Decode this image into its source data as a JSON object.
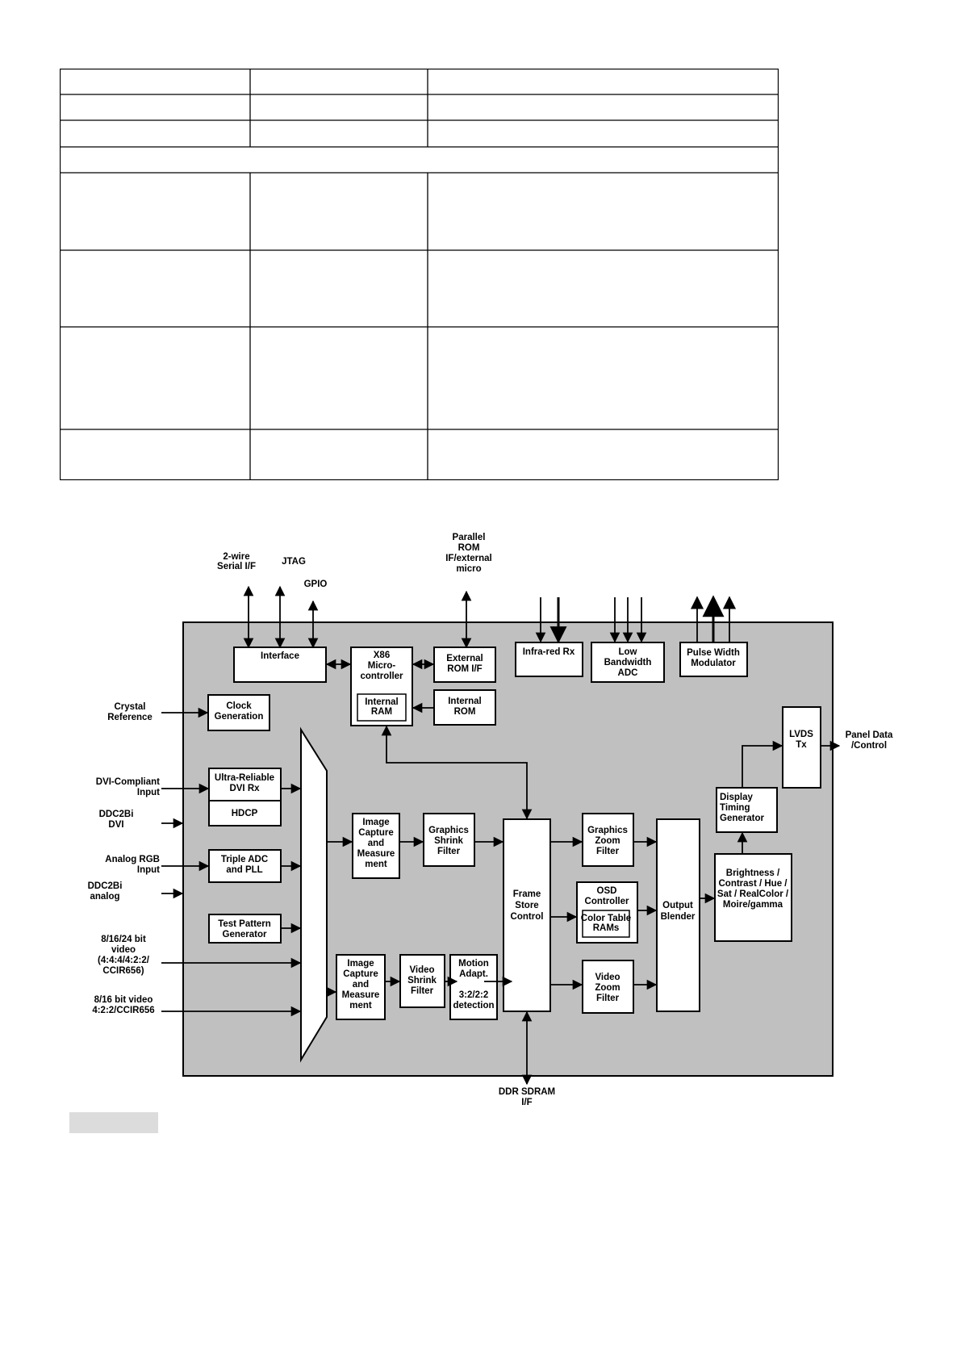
{
  "diagram": {
    "top_labels": {
      "two_wire": [
        "2-wire",
        "Serial I/F"
      ],
      "jtag": [
        "JTAG"
      ],
      "gpio": [
        "GPIO"
      ],
      "parallel_rom": [
        "Parallel",
        "ROM",
        "IF/external",
        "micro"
      ]
    },
    "left_labels": {
      "crystal": [
        "Crystal",
        "Reference"
      ],
      "dvi_input": [
        "DVI-Compliant",
        "Input"
      ],
      "ddc2bi_dvi": [
        "DDC2Bi",
        "DVI"
      ],
      "analog_rgb": [
        "Analog RGB",
        "Input"
      ],
      "ddc2bi_analog": [
        "DDC2Bi",
        "analog"
      ],
      "video_24": [
        "8/16/24 bit",
        "video",
        "(4:4:4/4:2:2/",
        "CCIR656)"
      ],
      "video_16": [
        "8/16 bit video",
        "4:2:2/CCIR656"
      ]
    },
    "right_labels": {
      "panel": [
        "Panel Data",
        "/Control"
      ]
    },
    "bottom_labels": {
      "ddr": [
        "DDR SDRAM",
        "I/F"
      ]
    },
    "blocks": {
      "interface": [
        "Interface"
      ],
      "x86": [
        "X86",
        "Micro-",
        "controller"
      ],
      "internal_ram": [
        "Internal",
        "RAM"
      ],
      "external_rom": [
        "External",
        "ROM I/F"
      ],
      "internal_rom": [
        "Internal",
        "ROM"
      ],
      "infrared": [
        "Infra-red Rx"
      ],
      "low_bw_adc": [
        "Low",
        "Bandwidth",
        "ADC"
      ],
      "pwm": [
        "Pulse Width",
        "Modulator"
      ],
      "clock": [
        "Clock",
        "Generation"
      ],
      "dvi_rx": [
        "Ultra-Reliable",
        "DVI Rx"
      ],
      "hdcp": [
        "HDCP"
      ],
      "triple_adc": [
        "Triple ADC",
        "and PLL"
      ],
      "test_pattern": [
        "Test Pattern",
        "Generator"
      ],
      "image_capture_1": [
        "Image",
        "Capture",
        "and",
        "Measure",
        "ment"
      ],
      "graphics_shrink": [
        "Graphics",
        "Shrink",
        "Filter"
      ],
      "image_capture_2": [
        "Image",
        "Capture",
        "and",
        "Measure",
        "ment"
      ],
      "video_shrink": [
        "Video",
        "Shrink",
        "Filter"
      ],
      "motion_adapt": [
        "Motion",
        "Adapt.",
        "",
        "3:2/2:2",
        "detection"
      ],
      "frame_store": [
        "Frame",
        "Store",
        "Control"
      ],
      "graphics_zoom": [
        "Graphics",
        "Zoom",
        "Filter"
      ],
      "osd": [
        "OSD",
        "Controller"
      ],
      "color_table": [
        "Color Table",
        "RAMs"
      ],
      "video_zoom": [
        "Video",
        "Zoom",
        "Filter"
      ],
      "output_blender": [
        "Output",
        "Blender"
      ],
      "display_timing": [
        "Display",
        "Timing",
        "Generator"
      ],
      "brightness": [
        "Brightness /",
        "Contrast / Hue /",
        "Sat / RealColor /",
        "Moire/gamma"
      ],
      "lvds": [
        "LVDS",
        "Tx"
      ]
    }
  }
}
